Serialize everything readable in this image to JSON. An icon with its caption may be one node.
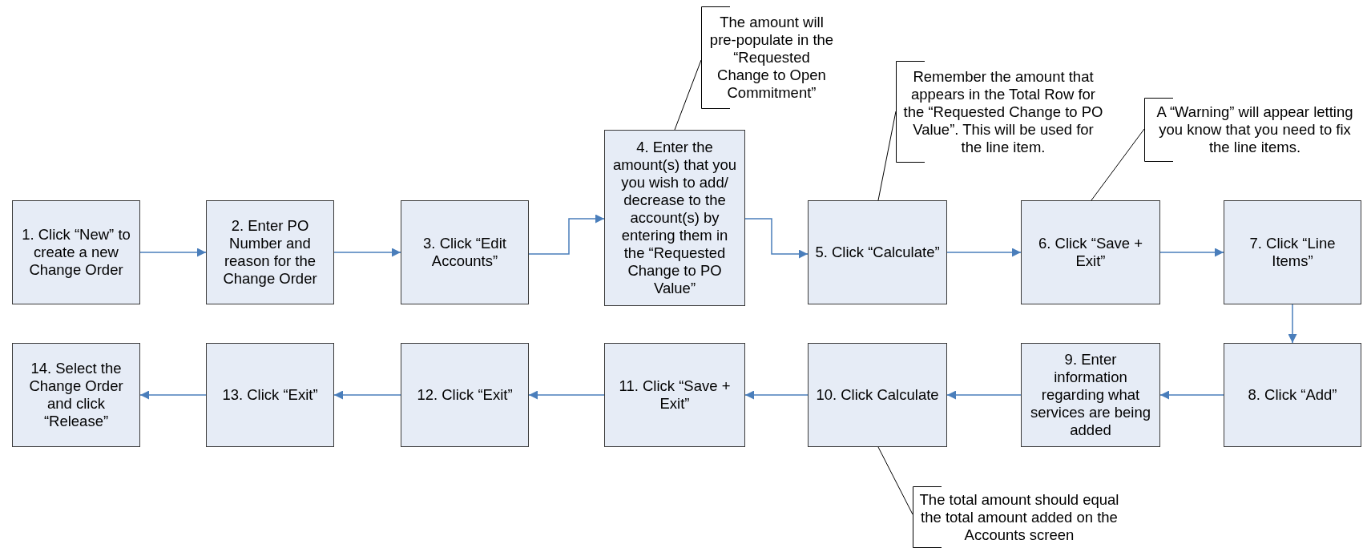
{
  "diagram": {
    "nodes": [
      {
        "text": [
          "1. Click “New” to create a new Change Order"
        ]
      },
      {
        "text": [
          "2. Enter PO Number and reason for the Change Order"
        ]
      },
      {
        "text": [
          "3. Click “Edit Accounts”"
        ]
      },
      {
        "text": [
          "4. Enter the amount(s) that you you wish to add/ decrease to the account(s) by entering them in the “Requested Change to PO Value”"
        ]
      },
      {
        "text": [
          "5. Click “Calculate”"
        ]
      },
      {
        "text": [
          "6. Click “Save + Exit”"
        ]
      },
      {
        "text": [
          "7. Click “Line Items”"
        ]
      },
      {
        "text": [
          "8. Click “Add”"
        ]
      },
      {
        "text": [
          "9. Enter information regarding what services are being added"
        ]
      },
      {
        "text": [
          "10. Click Calculate"
        ]
      },
      {
        "text": [
          "11. Click “Save + Exit”"
        ]
      },
      {
        "text": [
          "12. Click “Exit”"
        ]
      },
      {
        "text": [
          "13. Click “Exit”"
        ]
      },
      {
        "text": [
          "14. Select the Change Order and click “Release”"
        ]
      },
      {
        "text": [
          "The amount will pre-populate in the “Requested Change to Open Commitment”"
        ]
      },
      {
        "text": [
          "Remember the amount that appears in the Total Row for the “Requested Change to PO Value”. This will be used for the line item."
        ]
      },
      {
        "text": [
          "A “Warning” will appear letting you know that you need to fix the line items."
        ]
      },
      {
        "text": [
          "The total amount should equal the total amount added on the Accounts screen"
        ]
      }
    ],
    "edges": [
      {
        "from": 0,
        "to": 1,
        "arrow": "to"
      },
      {
        "from": 1,
        "to": 2,
        "arrow": "to"
      },
      {
        "from": 2,
        "to": 3,
        "arrow": "to"
      },
      {
        "from": 3,
        "to": 4,
        "arrow": "to"
      },
      {
        "from": 4,
        "to": 5,
        "arrow": "to"
      },
      {
        "from": 5,
        "to": 6,
        "arrow": "to"
      },
      {
        "from": 6,
        "to": 7,
        "arrow": "to"
      },
      {
        "from": 7,
        "to": 8,
        "arrow": "to"
      },
      {
        "from": 8,
        "to": 9,
        "arrow": "to"
      },
      {
        "from": 9,
        "to": 10,
        "arrow": "to"
      },
      {
        "from": 10,
        "to": 11,
        "arrow": "to"
      },
      {
        "from": 11,
        "to": 12,
        "arrow": "to"
      },
      {
        "from": 12,
        "to": 13,
        "arrow": "to"
      },
      {
        "from": 14,
        "to": 3,
        "arrow": "none",
        "color": "#000000"
      },
      {
        "from": 15,
        "to": 4,
        "arrow": "none",
        "color": "#000000"
      },
      {
        "from": 16,
        "to": 5,
        "arrow": "none",
        "color": "#000000"
      },
      {
        "from": 17,
        "to": 9,
        "arrow": "none",
        "color": "#000000"
      }
    ]
  }
}
